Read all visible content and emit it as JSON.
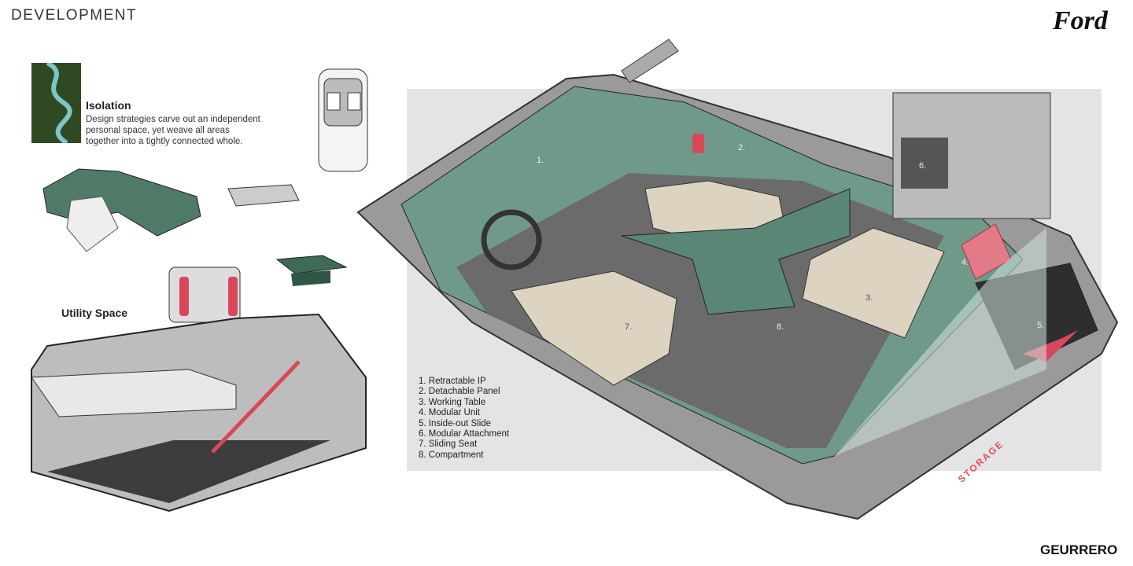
{
  "header": {
    "title": "DEVELOPMENT",
    "brand": "Ford"
  },
  "footer": {
    "author": "GEURRERO"
  },
  "isolation": {
    "heading": "Isolation",
    "text_lines": [
      "Design strategies carve out an independent",
      "personal space, yet weave all areas",
      "together into a tightly connected whole."
    ]
  },
  "utility": {
    "heading": "Utility Space"
  },
  "main_sketch": {
    "callouts": [
      "1.",
      "2.",
      "3.",
      "4.",
      "5.",
      "6.",
      "7.",
      "8."
    ],
    "storage_label": "STORAGE"
  },
  "legend": [
    "1.  Retractable IP",
    "2. Detachable Panel",
    "3. Working Table",
    "4. Modular Unit",
    "5. Inside-out Slide",
    "6. Modular Attachment",
    "7. Sliding Seat",
    "8. Compartment"
  ],
  "colors": {
    "accent_red": "#d8485a",
    "interior_green": "#6f9a8a",
    "seat_beige": "#dcd3c0"
  }
}
